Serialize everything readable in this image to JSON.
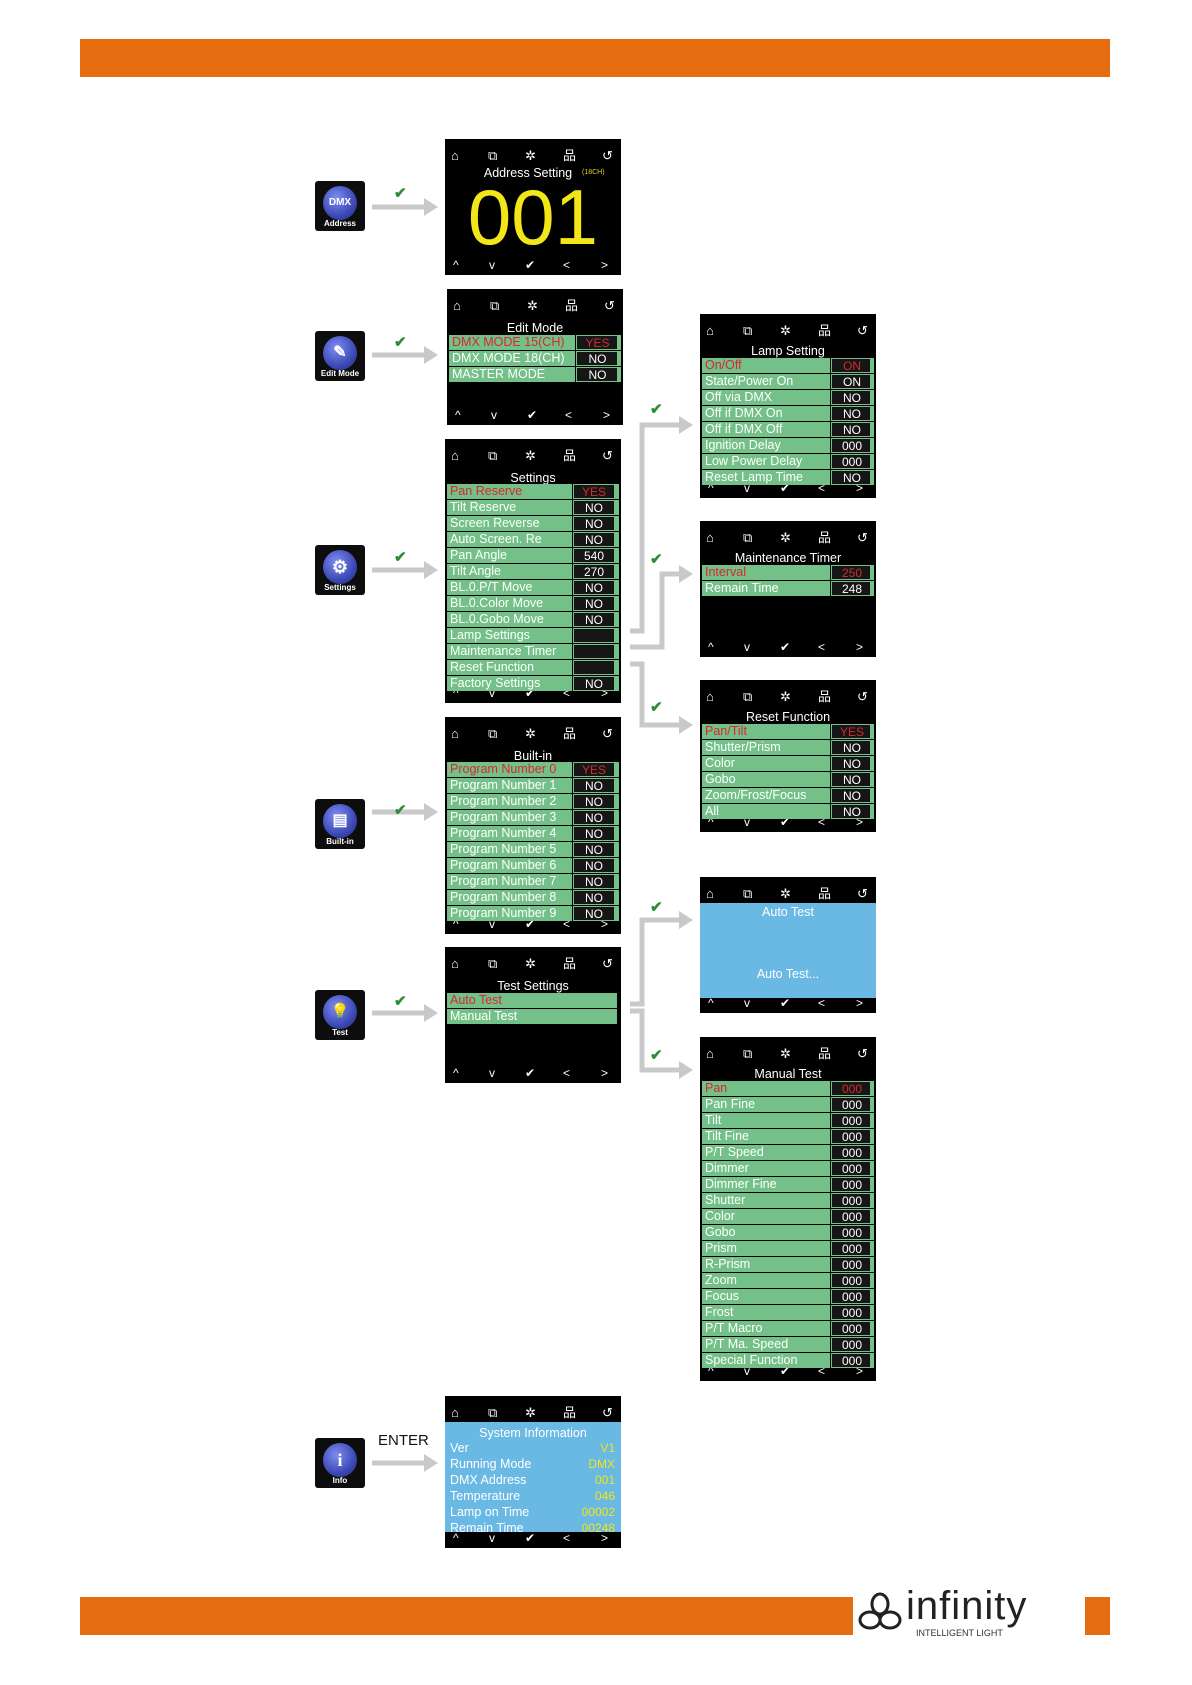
{
  "header_color": "#e56c0f",
  "footer": {
    "brand_name": "infinity",
    "brand_sub": "INTELLIGENT LIGHT"
  },
  "icon_bar_glyphs": [
    "⌂",
    "⧉",
    "✲",
    "品",
    "↺"
  ],
  "nav_glyphs": [
    "^",
    "v",
    "✔",
    "<",
    ">"
  ],
  "check_glyph": "✔",
  "enter_label": "ENTER",
  "menu_icons": {
    "address": {
      "glyph": "DMX",
      "caption": "Address"
    },
    "edit_mode": {
      "glyph": "✎",
      "caption": "Edit Mode"
    },
    "settings": {
      "glyph": "⚙",
      "caption": "Settings"
    },
    "built_in": {
      "glyph": "▤",
      "caption": "Built-in"
    },
    "test": {
      "glyph": "💡",
      "caption": "Test"
    },
    "info": {
      "glyph": "i",
      "caption": "Info"
    }
  },
  "address_screen": {
    "title": "Address Setting",
    "mode": "(18CH)",
    "value": "001"
  },
  "edit_mode": {
    "title": "Edit Mode",
    "rows": [
      {
        "label": "DMX MODE 15(CH)",
        "value": "YES"
      },
      {
        "label": "DMX MODE 18(CH)",
        "value": "NO"
      },
      {
        "label": "MASTER MODE",
        "value": "NO"
      }
    ]
  },
  "settings": {
    "title": "Settings",
    "rows": [
      {
        "label": "Pan Reserve",
        "value": "YES"
      },
      {
        "label": "Tilt Reserve",
        "value": "NO"
      },
      {
        "label": "Screen Reverse",
        "value": "NO"
      },
      {
        "label": "Auto Screen. Re",
        "value": "NO"
      },
      {
        "label": "Pan Angle",
        "value": "540"
      },
      {
        "label": "Tilt Angle",
        "value": "270"
      },
      {
        "label": "BL.0.P/T Move",
        "value": "NO"
      },
      {
        "label": "BL.0.Color Move",
        "value": "NO"
      },
      {
        "label": "BL.0.Gobo Move",
        "value": "NO"
      },
      {
        "label": "Lamp Settings",
        "value": ""
      },
      {
        "label": "Maintenance Timer",
        "value": ""
      },
      {
        "label": "Reset Function",
        "value": ""
      },
      {
        "label": "Factory Settings",
        "value": "NO"
      }
    ]
  },
  "built_in": {
    "title": "Built-in",
    "rows": [
      {
        "label": "Program Number 0",
        "value": "YES"
      },
      {
        "label": "Program Number 1",
        "value": "NO"
      },
      {
        "label": "Program Number 2",
        "value": "NO"
      },
      {
        "label": "Program Number 3",
        "value": "NO"
      },
      {
        "label": "Program Number 4",
        "value": "NO"
      },
      {
        "label": "Program Number 5",
        "value": "NO"
      },
      {
        "label": "Program Number 6",
        "value": "NO"
      },
      {
        "label": "Program Number 7",
        "value": "NO"
      },
      {
        "label": "Program Number 8",
        "value": "NO"
      },
      {
        "label": "Program Number 9",
        "value": "NO"
      }
    ]
  },
  "test_settings": {
    "title": "Test Settings",
    "rows": [
      {
        "label": "Auto Test",
        "value": ""
      },
      {
        "label": "Manual Test",
        "value": ""
      }
    ]
  },
  "system_info": {
    "title": "System Information",
    "rows": [
      {
        "label": "Ver",
        "value": "V1"
      },
      {
        "label": "Running Mode",
        "value": "DMX"
      },
      {
        "label": "DMX Address",
        "value": "001"
      },
      {
        "label": "Temperature",
        "value": "046"
      },
      {
        "label": "Lamp on Time",
        "value": "00002"
      },
      {
        "label": "Remain Time",
        "value": "00248"
      }
    ]
  },
  "lamp_setting": {
    "title": "Lamp Setting",
    "rows": [
      {
        "label": "On/Off",
        "value": "ON"
      },
      {
        "label": "State/Power On",
        "value": "ON"
      },
      {
        "label": "Off via DMX",
        "value": "NO"
      },
      {
        "label": "Off if DMX On",
        "value": "NO"
      },
      {
        "label": "Off if DMX Off",
        "value": "NO"
      },
      {
        "label": "Ignition Delay",
        "value": "000"
      },
      {
        "label": "Low Power Delay",
        "value": "000"
      },
      {
        "label": "Reset Lamp Time",
        "value": "NO"
      }
    ]
  },
  "maintenance_timer": {
    "title": "Maintenance Timer",
    "rows": [
      {
        "label": "Interval",
        "value": "250"
      },
      {
        "label": "Remain Time",
        "value": "248"
      }
    ]
  },
  "reset_function": {
    "title": "Reset Function",
    "rows": [
      {
        "label": "Pan/Tilt",
        "value": "YES"
      },
      {
        "label": "Shutter/Prism",
        "value": "NO"
      },
      {
        "label": "Color",
        "value": "NO"
      },
      {
        "label": "Gobo",
        "value": "NO"
      },
      {
        "label": "Zoom/Frost/Focus",
        "value": "NO"
      },
      {
        "label": "All",
        "value": "NO"
      }
    ]
  },
  "auto_test": {
    "title": "Auto Test",
    "message": "Auto Test..."
  },
  "manual_test": {
    "title": "Manual Test",
    "rows": [
      {
        "label": "Pan",
        "value": "000"
      },
      {
        "label": "Pan Fine",
        "value": "000"
      },
      {
        "label": "Tilt",
        "value": "000"
      },
      {
        "label": "Tilt Fine",
        "value": "000"
      },
      {
        "label": "P/T Speed",
        "value": "000"
      },
      {
        "label": "Dimmer",
        "value": "000"
      },
      {
        "label": "Dimmer Fine",
        "value": "000"
      },
      {
        "label": "Shutter",
        "value": "000"
      },
      {
        "label": "Color",
        "value": "000"
      },
      {
        "label": "Gobo",
        "value": "000"
      },
      {
        "label": "Prism",
        "value": "000"
      },
      {
        "label": "R-Prism",
        "value": "000"
      },
      {
        "label": "Zoom",
        "value": "000"
      },
      {
        "label": "Focus",
        "value": "000"
      },
      {
        "label": "Frost",
        "value": "000"
      },
      {
        "label": "P/T Macro",
        "value": "000"
      },
      {
        "label": "P/T Ma. Speed",
        "value": "000"
      },
      {
        "label": "Special Function",
        "value": "000"
      }
    ]
  }
}
